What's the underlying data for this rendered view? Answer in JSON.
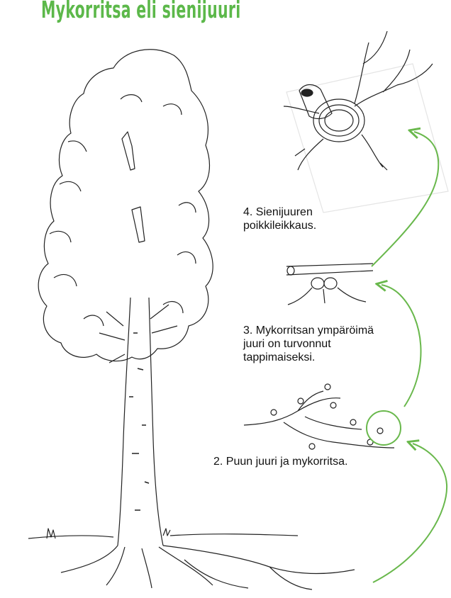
{
  "title": "Mykorritsa eli sienijuuri",
  "colors": {
    "title": "#5cb84a",
    "arrow": "#69b84c",
    "ink": "#222222",
    "text": "#111111"
  },
  "labels": {
    "step4": [
      "4. Sienijuuren",
      "poikkileikkaus."
    ],
    "step3": [
      "3. Mykorritsan ympäröimä",
      "juuri on turvonnut",
      "tappimaiseksi."
    ],
    "step2": [
      "2. Puun juuri ja mykorritsa."
    ]
  }
}
